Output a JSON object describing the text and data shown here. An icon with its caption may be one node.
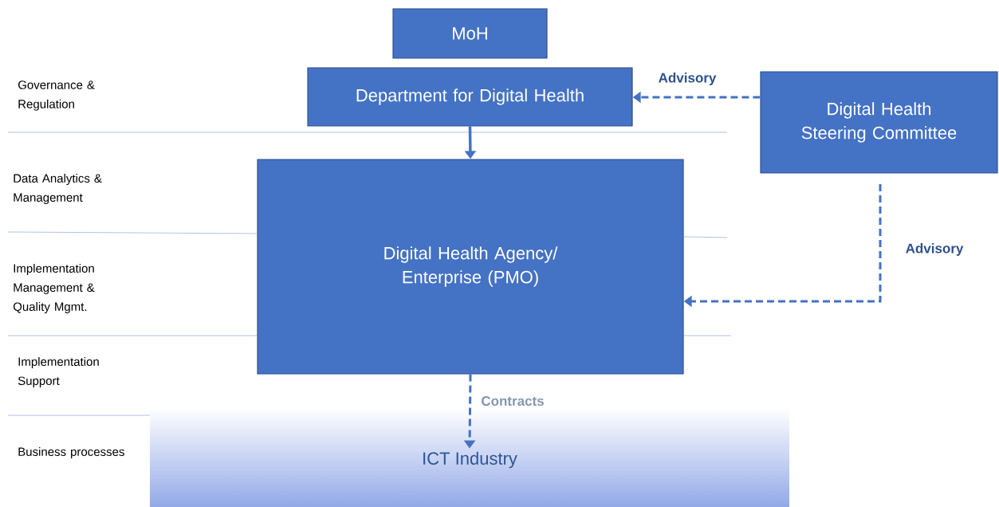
{
  "diagram": {
    "nodes": [
      {
        "text": [
          "MoH"
        ]
      },
      {
        "text": [
          "Department for Digital Health"
        ]
      },
      {
        "text": [
          "Digital Health Steering Committee"
        ]
      },
      {
        "text": [
          "Digital Health Agency/ Enterprise (PMO)"
        ]
      },
      {
        "text": [
          "ICT Industry"
        ]
      }
    ],
    "edges": [
      {
        "from": 1,
        "to": 3,
        "arrow": "to"
      },
      {
        "from": 2,
        "to": 1,
        "arrow": "to",
        "style": "dashed",
        "label": "Advisory"
      },
      {
        "from": 2,
        "to": 3,
        "arrow": "to",
        "style": "dashed",
        "label": "Advisory"
      },
      {
        "from": 3,
        "to": 4,
        "arrow": "to",
        "style": "dashed",
        "label": "Contracts"
      }
    ],
    "labels": [
      "Governance & Regulation",
      "Data Analytics & Management",
      "Implementation Management & Quality Mgmt.",
      "Implementation Support",
      "Business processes"
    ]
  }
}
